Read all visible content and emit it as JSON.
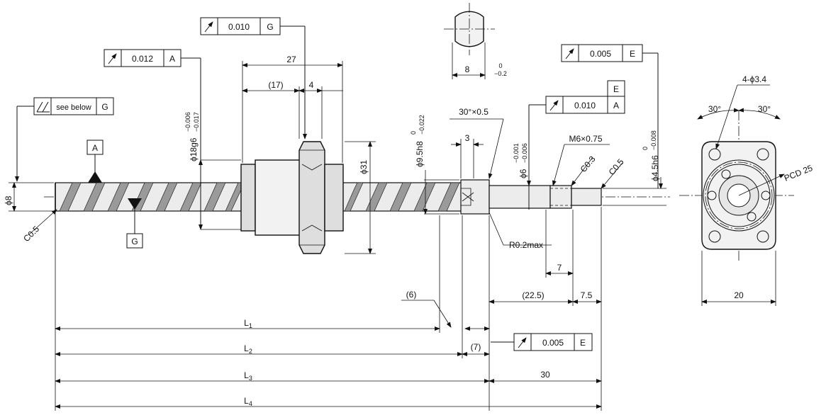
{
  "fcf": {
    "g_runout": {
      "value": "0.010",
      "datum": "G"
    },
    "a_runout": {
      "value": "0.012",
      "datum": "A"
    },
    "total_runout": {
      "value": "see below",
      "datum": "G"
    },
    "e_right": {
      "value": "0.005",
      "datum": "E"
    },
    "a_mid": {
      "value": "0.010",
      "datum": "A",
      "datum_above": "E"
    },
    "e_bottom": {
      "value": "0.005",
      "datum": "E"
    }
  },
  "datums": {
    "a": "A",
    "g": "G"
  },
  "dims": {
    "d27": "27",
    "d17": "(17)",
    "d4": "4",
    "d3": "3",
    "d8_flat": "8",
    "d8_flat_tol_up": "0",
    "d8_flat_tol_low": "−0.2",
    "chamfer30": "30°×0.5",
    "m6": "M6×0.75",
    "c03": "C0.3",
    "c05_right": "C0.5",
    "c05_left": "C0.5",
    "phi8": "ϕ8",
    "phi18": "ϕ18g6",
    "phi18_tol_up": "−0.006",
    "phi18_tol_low": "−0.017",
    "phi31": "ϕ31",
    "phi95": "ϕ9.5h8",
    "phi95_tol_up": "0",
    "phi95_tol_low": "−0.022",
    "phi6": "ϕ6",
    "phi6_tol_up": "−0.001",
    "phi6_tol_low": "−0.006",
    "phi45": "ϕ4.5h6",
    "phi45_tol_up": "0",
    "phi45_tol_low": "−0.008",
    "r02": "R0.2max",
    "d7_right": "7",
    "d6": "(6)",
    "d225": "(22.5)",
    "d75": "7.5",
    "d7_paren": "(7)",
    "d30": "30",
    "l1": "L",
    "l2": "L",
    "l3": "L",
    "l4": "L",
    "l1_sub": "1",
    "l2_sub": "2",
    "l3_sub": "3",
    "l4_sub": "4",
    "hole": "4-ϕ3.4",
    "ang_left": "30°",
    "ang_right": "30°",
    "pcd": "PCD 25",
    "d20": "20"
  }
}
